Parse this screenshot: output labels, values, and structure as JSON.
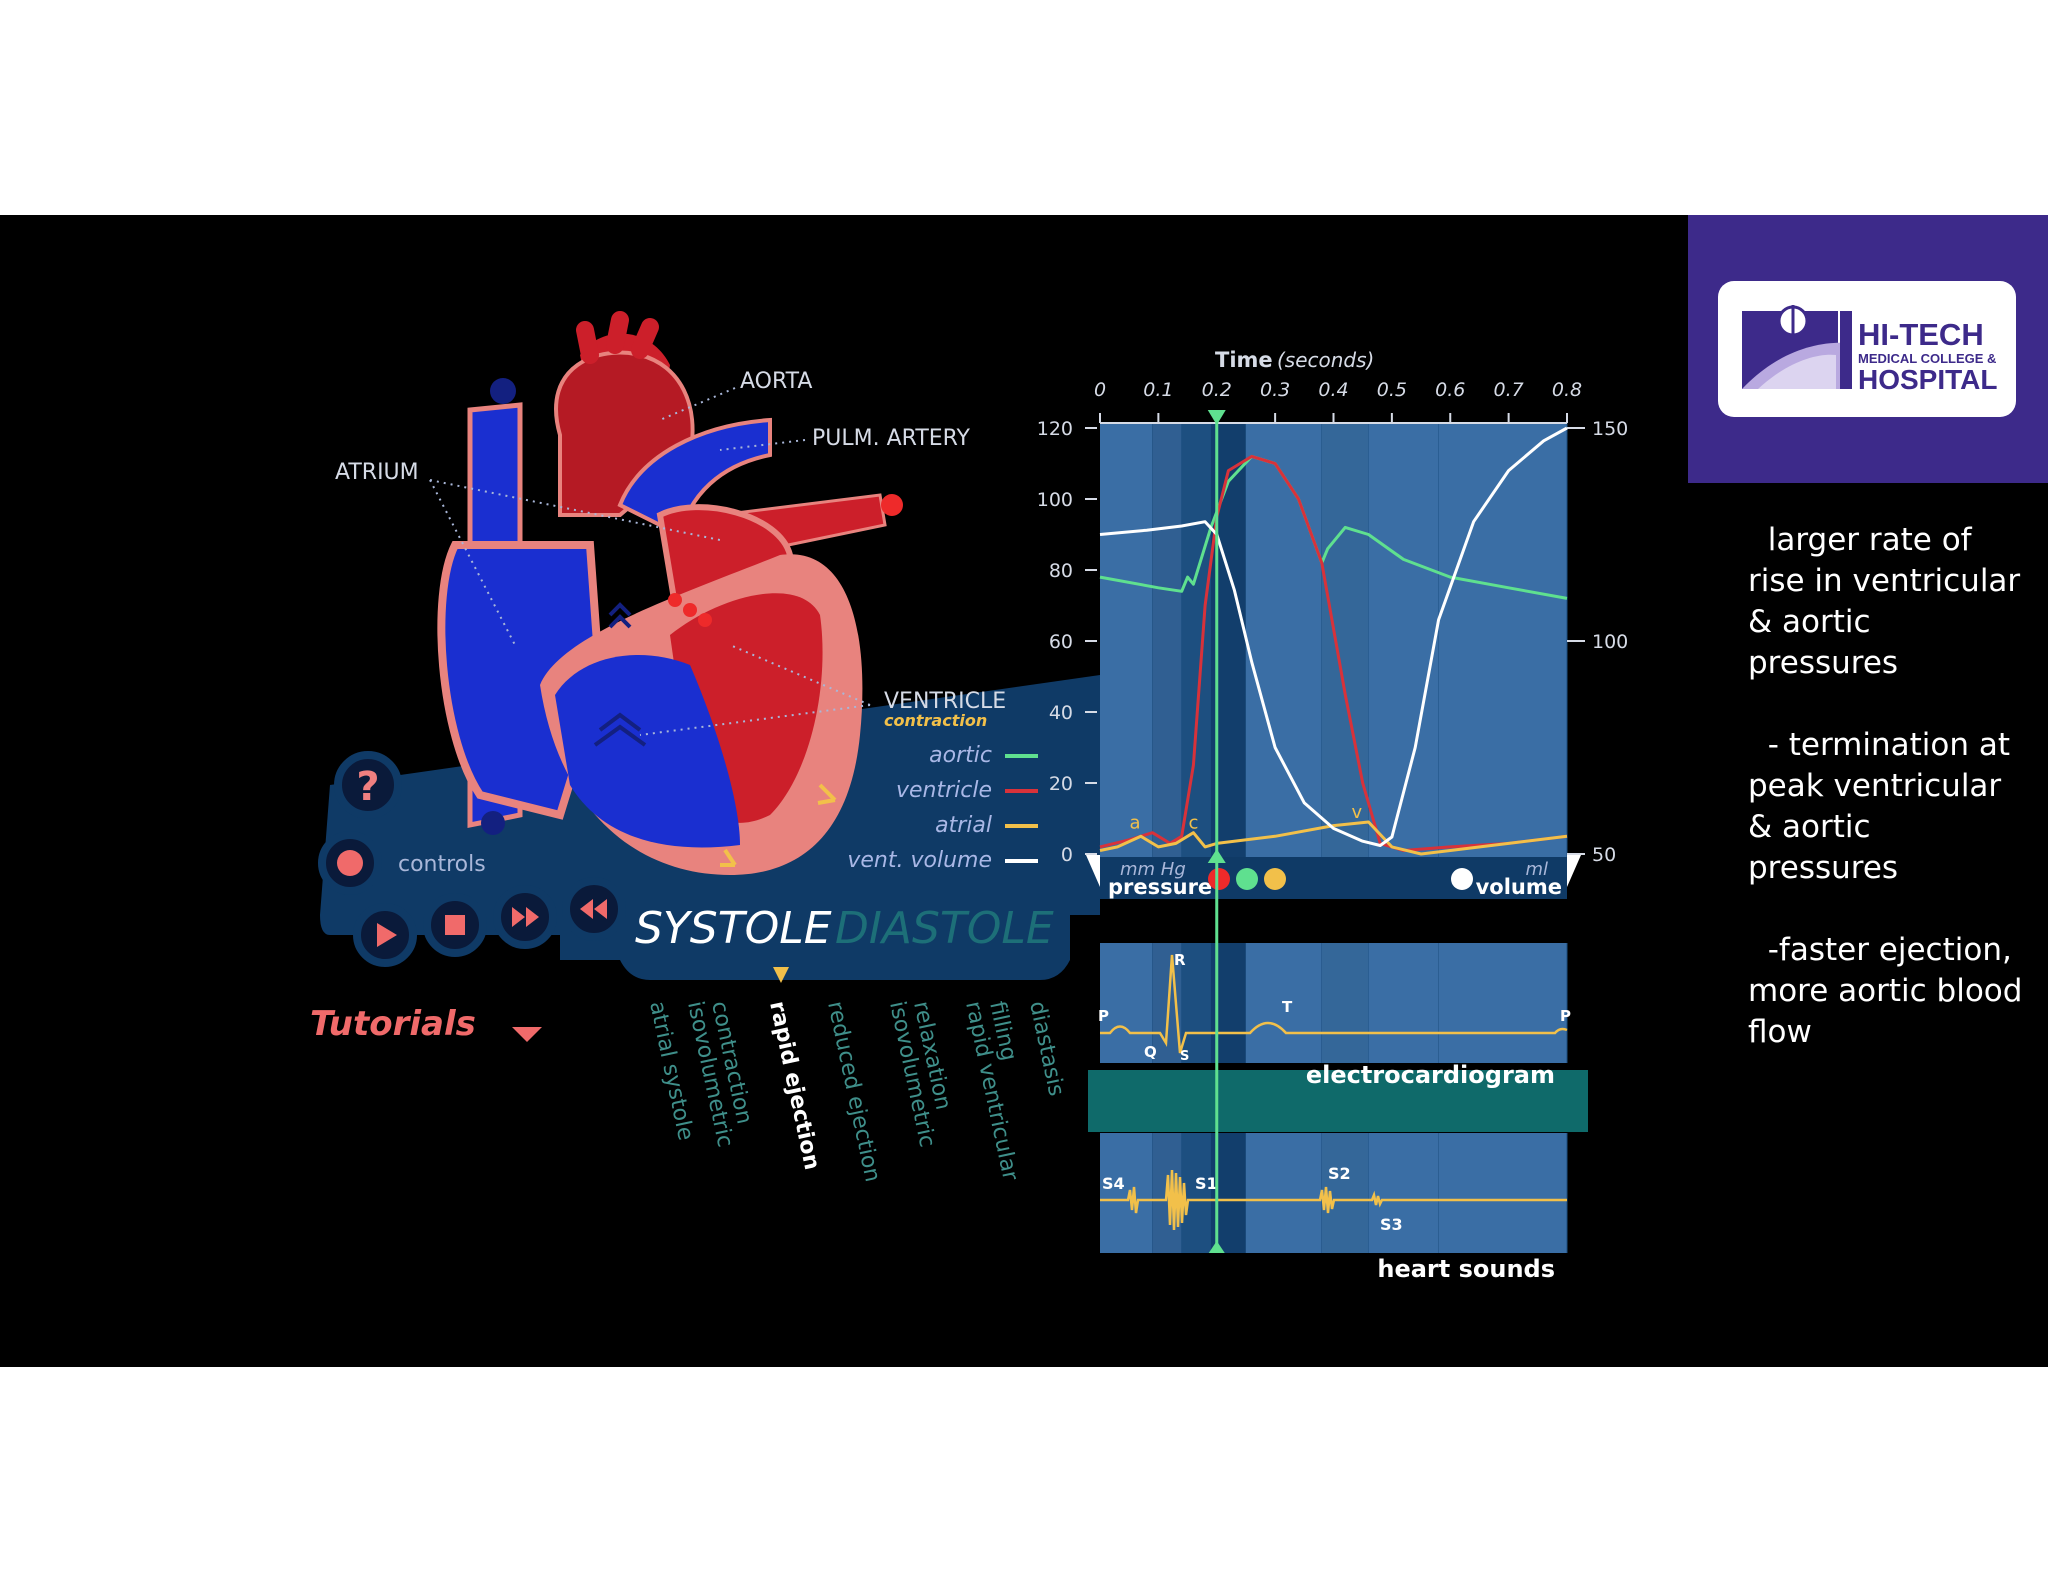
{
  "slide": {
    "logo": {
      "line1": "HI-TECH",
      "line2": "MEDICAL COLLEGE &",
      "line3": "HOSPITAL",
      "accent": "#3d2a8a"
    },
    "notes": [
      "  larger rate of rise in ventricular & aortic pressures",
      "  - termination at peak ventricular & aortic pressures",
      "  -faster ejection, more aortic blood flow"
    ]
  },
  "heart": {
    "labels": {
      "aorta": "AORTA",
      "pulm_artery": "PULM. ARTERY",
      "atrium": "ATRIUM",
      "ventricle": "VENTRICLE",
      "ventricle_sub": "contraction"
    },
    "colors": {
      "oxygenated": "#cc1f2a",
      "deoxygenated": "#1a2fd0",
      "tissue": "#e8837e"
    }
  },
  "controls": {
    "help": "?",
    "label": "controls",
    "tutorials": "Tutorials"
  },
  "phase_bar": {
    "systole": "SYSTOLE",
    "diastole": "DIASTOLE",
    "phases": [
      "atrial systole",
      "isovolumetric\ncontraction",
      "rapid ejection",
      "reduced ejection",
      "isovolumetric\nrelaxation",
      "rapid ventricular\nfilling",
      "diastasis"
    ],
    "active_phase": "rapid ejection"
  },
  "legend": [
    {
      "name": "aortic",
      "color": "#5fe08f"
    },
    {
      "name": "ventricle",
      "color": "#d8323a"
    },
    {
      "name": "atrial",
      "color": "#f2c04a"
    },
    {
      "name": "vent. volume",
      "color": "#ffffff"
    }
  ],
  "chart_data": {
    "type": "line",
    "title": "Time",
    "title_unit": "(seconds)",
    "x_ticks": [
      "0",
      "0.1",
      "0.2",
      "0.3",
      "0.4",
      "0.5",
      "0.6",
      "0.7",
      "0.8"
    ],
    "y_ticks": [
      "0",
      "20",
      "40",
      "60",
      "80",
      "100",
      "120"
    ],
    "y2_ticks": [
      "50",
      "100",
      "150"
    ],
    "xlim": [
      0,
      0.8
    ],
    "ylim": [
      0,
      120
    ],
    "y2lim": [
      50,
      150
    ],
    "ylabel_top": "mm Hg",
    "ylabel": "pressure",
    "y2label_top": "ml",
    "y2label": "volume",
    "current_time": 0.2,
    "wave_labels": [
      {
        "text": "a",
        "x": 0.06,
        "y": 6
      },
      {
        "text": "c",
        "x": 0.16,
        "y": 6
      },
      {
        "text": "v",
        "x": 0.44,
        "y": 9
      }
    ],
    "series": [
      {
        "name": "aortic",
        "color": "#5fe08f",
        "axis": "left",
        "points": [
          [
            0,
            78
          ],
          [
            0.1,
            75
          ],
          [
            0.14,
            74
          ],
          [
            0.15,
            78
          ],
          [
            0.16,
            76
          ],
          [
            0.19,
            92
          ],
          [
            0.22,
            105
          ],
          [
            0.26,
            112
          ],
          [
            0.3,
            110
          ],
          [
            0.34,
            100
          ],
          [
            0.38,
            82
          ],
          [
            0.39,
            86
          ],
          [
            0.42,
            92
          ],
          [
            0.46,
            90
          ],
          [
            0.52,
            83
          ],
          [
            0.6,
            78
          ],
          [
            0.7,
            75
          ],
          [
            0.8,
            72
          ]
        ]
      },
      {
        "name": "ventricle",
        "color": "#d8323a",
        "axis": "left",
        "points": [
          [
            0,
            2
          ],
          [
            0.05,
            4
          ],
          [
            0.09,
            6
          ],
          [
            0.12,
            3
          ],
          [
            0.14,
            5
          ],
          [
            0.16,
            25
          ],
          [
            0.18,
            70
          ],
          [
            0.2,
            95
          ],
          [
            0.22,
            108
          ],
          [
            0.26,
            112
          ],
          [
            0.3,
            110
          ],
          [
            0.34,
            100
          ],
          [
            0.38,
            82
          ],
          [
            0.42,
            45
          ],
          [
            0.45,
            20
          ],
          [
            0.48,
            3
          ],
          [
            0.52,
            1
          ],
          [
            0.6,
            2
          ],
          [
            0.7,
            3
          ],
          [
            0.8,
            5
          ]
        ]
      },
      {
        "name": "atrial",
        "color": "#f2c04a",
        "axis": "left",
        "points": [
          [
            0,
            1
          ],
          [
            0.03,
            2
          ],
          [
            0.07,
            5
          ],
          [
            0.1,
            2
          ],
          [
            0.13,
            3
          ],
          [
            0.16,
            6
          ],
          [
            0.18,
            2
          ],
          [
            0.2,
            3
          ],
          [
            0.3,
            5
          ],
          [
            0.4,
            8
          ],
          [
            0.46,
            9
          ],
          [
            0.5,
            2
          ],
          [
            0.55,
            0
          ],
          [
            0.6,
            1
          ],
          [
            0.7,
            3
          ],
          [
            0.8,
            5
          ]
        ]
      },
      {
        "name": "vent. volume",
        "color": "#ffffff",
        "axis": "right",
        "points": [
          [
            0,
            125
          ],
          [
            0.08,
            126
          ],
          [
            0.14,
            127
          ],
          [
            0.18,
            128
          ],
          [
            0.2,
            125
          ],
          [
            0.23,
            112
          ],
          [
            0.26,
            95
          ],
          [
            0.3,
            75
          ],
          [
            0.35,
            62
          ],
          [
            0.4,
            56
          ],
          [
            0.45,
            53
          ],
          [
            0.48,
            52
          ],
          [
            0.5,
            54
          ],
          [
            0.54,
            75
          ],
          [
            0.58,
            105
          ],
          [
            0.64,
            128
          ],
          [
            0.7,
            140
          ],
          [
            0.76,
            147
          ],
          [
            0.8,
            150
          ]
        ]
      }
    ],
    "ecg": {
      "label": "electrocardiogram",
      "waves": [
        "P",
        "R",
        "Q",
        "S",
        "T",
        "P"
      ]
    },
    "heart_sounds": {
      "label": "heart sounds",
      "sounds": [
        "S4",
        "S1",
        "S2",
        "S3"
      ]
    }
  }
}
